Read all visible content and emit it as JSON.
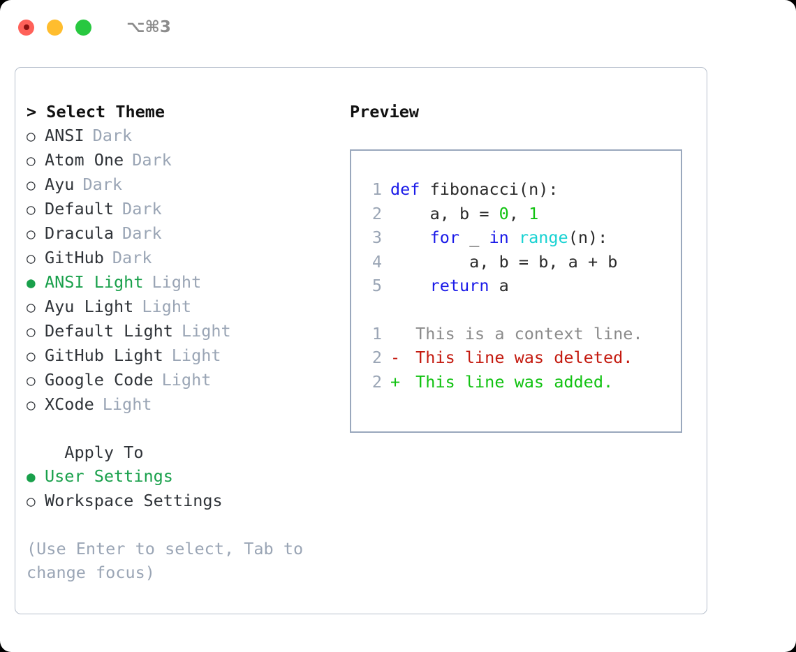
{
  "titlebar": {
    "shortcut": "⌥⌘3",
    "lights": [
      "close",
      "minimize",
      "maximize"
    ]
  },
  "theme_picker": {
    "heading": "> Select Theme",
    "options": [
      {
        "bullet": "○",
        "name": "ANSI",
        "badge": "Dark",
        "selected": false
      },
      {
        "bullet": "○",
        "name": "Atom One",
        "badge": "Dark",
        "selected": false
      },
      {
        "bullet": "○",
        "name": "Ayu",
        "badge": "Dark",
        "selected": false
      },
      {
        "bullet": "○",
        "name": "Default",
        "badge": "Dark",
        "selected": false
      },
      {
        "bullet": "○",
        "name": "Dracula",
        "badge": "Dark",
        "selected": false
      },
      {
        "bullet": "○",
        "name": "GitHub",
        "badge": "Dark",
        "selected": false
      },
      {
        "bullet": "●",
        "name": "ANSI Light",
        "badge": "Light",
        "selected": true
      },
      {
        "bullet": "○",
        "name": "Ayu Light",
        "badge": "Light",
        "selected": false
      },
      {
        "bullet": "○",
        "name": "Default Light",
        "badge": "Light",
        "selected": false
      },
      {
        "bullet": "○",
        "name": "GitHub Light",
        "badge": "Light",
        "selected": false
      },
      {
        "bullet": "○",
        "name": "Google Code",
        "badge": "Light",
        "selected": false
      },
      {
        "bullet": "○",
        "name": "XCode",
        "badge": "Light",
        "selected": false
      }
    ]
  },
  "apply_to": {
    "title": "  Apply To",
    "options": [
      {
        "bullet": "●",
        "name": "User Settings",
        "selected": true
      },
      {
        "bullet": "○",
        "name": "Workspace Settings",
        "selected": false
      }
    ]
  },
  "hint": "(Use Enter to select, Tab to change focus)",
  "preview": {
    "title": "Preview",
    "code_lines": [
      {
        "n": "1",
        "tokens": [
          {
            "t": "def ",
            "c": "kw"
          },
          {
            "t": "fibonacci(n):",
            "c": "txt"
          }
        ]
      },
      {
        "n": "2",
        "tokens": [
          {
            "t": "    a, b = ",
            "c": "txt"
          },
          {
            "t": "0",
            "c": "num"
          },
          {
            "t": ", ",
            "c": "txt"
          },
          {
            "t": "1",
            "c": "num"
          }
        ]
      },
      {
        "n": "3",
        "tokens": [
          {
            "t": "    ",
            "c": "txt"
          },
          {
            "t": "for",
            "c": "kw"
          },
          {
            "t": " _ ",
            "c": "txt"
          },
          {
            "t": "in",
            "c": "kw"
          },
          {
            "t": " ",
            "c": "txt"
          },
          {
            "t": "range",
            "c": "fn"
          },
          {
            "t": "(n):",
            "c": "txt"
          }
        ]
      },
      {
        "n": "4",
        "tokens": [
          {
            "t": "        a, b = b, a + b",
            "c": "txt"
          }
        ]
      },
      {
        "n": "5",
        "tokens": [
          {
            "t": "    ",
            "c": "txt"
          },
          {
            "t": "return",
            "c": "kw"
          },
          {
            "t": " a",
            "c": "txt"
          }
        ]
      }
    ],
    "diff_lines": [
      {
        "n": "1",
        "marker": " ",
        "text": " This is a context line.",
        "kind": "ctx"
      },
      {
        "n": "2",
        "marker": "-",
        "text": " This line was deleted.",
        "kind": "del"
      },
      {
        "n": "2",
        "marker": "+",
        "text": " This line was added.",
        "kind": "add"
      }
    ]
  },
  "colors": {
    "accent_green": "#19a04b",
    "badge_gray": "#9aa5b5",
    "keyword_blue": "#1a1ae8",
    "number_green": "#11c211",
    "builtin_cyan": "#18d2d2",
    "diff_delete_red": "#c41a0f",
    "diff_add_green": "#11c211",
    "panel_border": "#b6bfcc",
    "preview_border": "#9aa8bd"
  }
}
